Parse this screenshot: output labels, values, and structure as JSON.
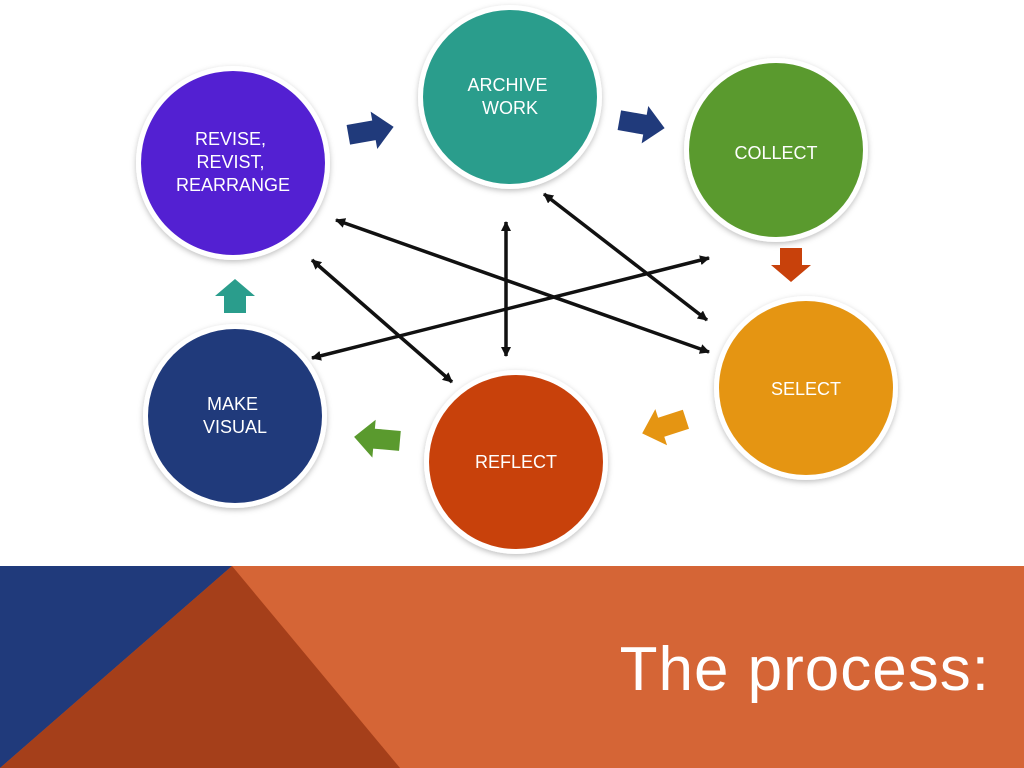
{
  "diagram": {
    "nodes": [
      {
        "id": "archive",
        "lines": [
          "ARCHIVE",
          "WORK"
        ],
        "color": "#2a9d8c"
      },
      {
        "id": "collect",
        "lines": [
          "COLLECT"
        ],
        "color": "#5a9a2e"
      },
      {
        "id": "select",
        "lines": [
          "SELECT"
        ],
        "color": "#e59512"
      },
      {
        "id": "reflect",
        "lines": [
          "REFLECT"
        ],
        "color": "#c8410b"
      },
      {
        "id": "make-visual",
        "lines": [
          "MAKE",
          "VISUAL"
        ],
        "color": "#203a7b"
      },
      {
        "id": "revise",
        "lines": [
          "REVISE,",
          "REVIST,",
          "REARRANGE"
        ],
        "color": "#5320d2"
      }
    ],
    "cycle_arrows": [
      {
        "from": "revise",
        "to": "archive",
        "color": "#203a7b"
      },
      {
        "from": "archive",
        "to": "collect",
        "color": "#203a7b"
      },
      {
        "from": "collect",
        "to": "select",
        "color": "#c8410b"
      },
      {
        "from": "select",
        "to": "reflect",
        "color": "#e59512"
      },
      {
        "from": "reflect",
        "to": "make-visual",
        "color": "#5a9a2e"
      },
      {
        "from": "make-visual",
        "to": "revise",
        "color": "#2a9d8c"
      }
    ],
    "connector_color": "#111111"
  },
  "banner": {
    "title": "The process:",
    "colors": {
      "main": "#d56536",
      "dark_blue": "#203a7b",
      "rust": "#a53f1a"
    }
  }
}
